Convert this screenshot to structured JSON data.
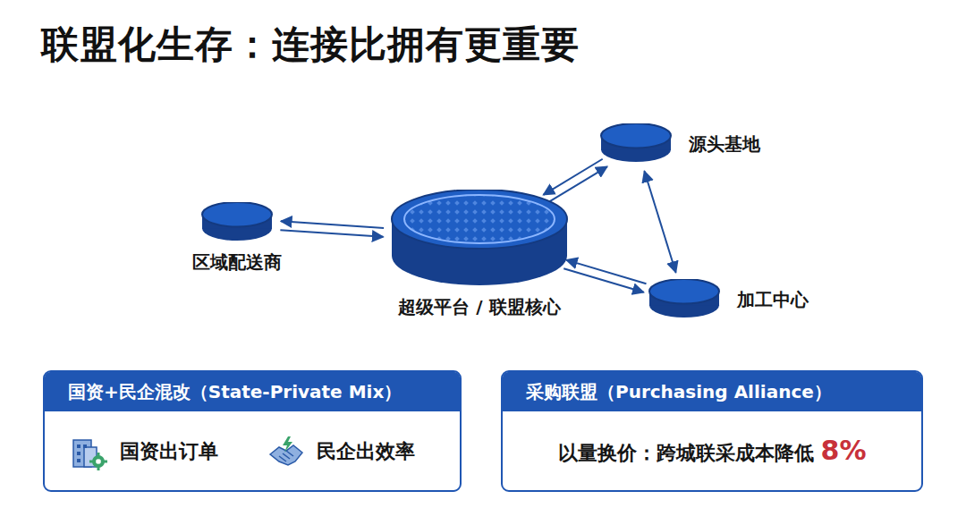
{
  "diagram": {
    "title": "联盟化生存：连接比拥有更重要",
    "nodes": [
      {
        "text": [
          "源头基地"
        ]
      },
      {
        "text": [
          "区域配送商"
        ]
      },
      {
        "text": [
          "超级平台 / 联盟核心"
        ]
      },
      {
        "text": [
          "加工中心"
        ]
      },
      {
        "text": [
          "国资+民企混改（State-Private Mix）",
          "国资出订单",
          "民企出效率"
        ]
      },
      {
        "text": [
          "采购联盟（Purchasing Alliance）",
          "以量换价：跨城联采成本降低",
          "8%"
        ]
      }
    ],
    "edges": [
      {
        "from": 2,
        "to": 0,
        "arrow": "both"
      },
      {
        "from": 1,
        "to": 2,
        "arrow": "both"
      },
      {
        "from": 2,
        "to": 3,
        "arrow": "both"
      },
      {
        "from": 0,
        "to": 3,
        "arrow": "both"
      }
    ]
  }
}
